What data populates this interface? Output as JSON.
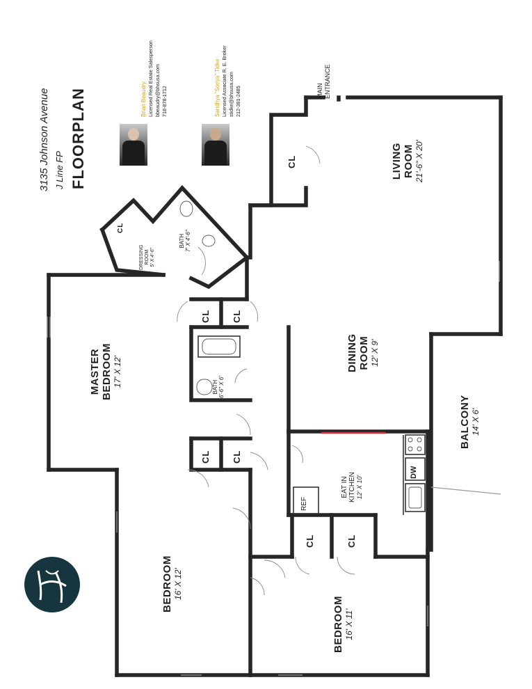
{
  "header": {
    "address": "3135 Johnson Avenue",
    "unit": "J Line FP",
    "title": "FLOORPLAN"
  },
  "agents": [
    {
      "name": "Brian Beaudry",
      "role": "Licensed Real Estate Salesperson",
      "email": "bbeaudry@bhsusa.com",
      "phone": "718-878-1712"
    },
    {
      "name": "Sandhya \"Sonya\" Tidke",
      "role": "Licensed Associate R. E. Broker",
      "email": "stidke@bhsusa.com",
      "phone": "212-381-2485"
    }
  ],
  "rooms": {
    "living": {
      "name_1": "LIVING",
      "name_2": "ROOM",
      "dim": "21'-6\" X 20'"
    },
    "dining": {
      "name_1": "DINING",
      "name_2": "ROOM",
      "dim": "12' X 9'"
    },
    "master": {
      "name_1": "MASTER",
      "name_2": "BEDROOM",
      "dim": "17' X 12'"
    },
    "bedroom_left": {
      "name": "BEDROOM",
      "dim": "16' X 12'"
    },
    "bedroom_right": {
      "name": "BEDROOM",
      "dim": "16' X 11'"
    },
    "kitchen": {
      "name_1": "EAT IN",
      "name_2": "KITCHEN",
      "dim": "12' X 10'"
    },
    "balcony": {
      "name": "BALCONY",
      "dim": "14' X 6'"
    },
    "bath_upper": {
      "name": "BATH",
      "dim": "7' X 4'-6\""
    },
    "bath_lower": {
      "name": "BATH",
      "dim": "6'-6\" X 6'"
    },
    "dressing": {
      "name_1": "DRESSING",
      "name_2": "ROOM",
      "dim": "5' X 4'-6\""
    }
  },
  "labels": {
    "main_entrance_1": "MAIN",
    "main_entrance_2": "ENTRANCE",
    "closet": "CL",
    "dishwasher": "DW",
    "refrigerator": "REF"
  },
  "colors": {
    "logo_bg": "#16353f",
    "agent_name": "#d9a21b",
    "divider_red": "#e0303a"
  },
  "icons": [
    "company-logo-icon",
    "agent-photo"
  ]
}
